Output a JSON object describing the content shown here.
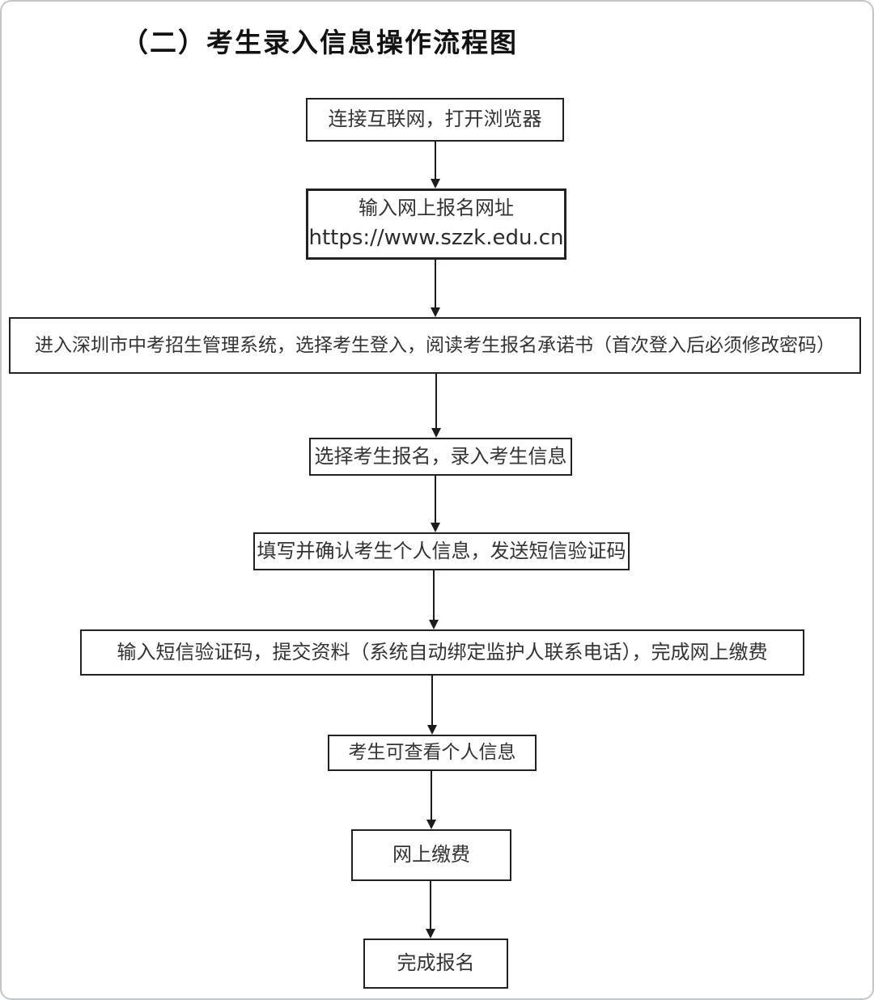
{
  "page": {
    "title": "（二）考生录入信息操作流程图"
  },
  "flow": {
    "steps": [
      {
        "text": "连接互联网，打开浏览器"
      },
      {
        "text": "输入网上报名网址",
        "url": "https://www.szzk.edu.cn"
      },
      {
        "text": "进入深圳市中考招生管理系统，选择考生登入，阅读考生报名承诺书（首次登入后必须修改密码）"
      },
      {
        "text": "选择考生报名，录入考生信息"
      },
      {
        "text": "填写并确认考生个人信息，发送短信验证码"
      },
      {
        "text": "输入短信验证码，提交资料（系统自动绑定监护人联系电话），完成网上缴费"
      },
      {
        "text": "考生可查看个人信息"
      },
      {
        "text": "网上缴费"
      },
      {
        "text": "完成报名"
      }
    ]
  },
  "colors": {
    "box_border": "#222222",
    "text": "#333333",
    "arrow": "#1c1c1c",
    "page_border": "#c3c6c8",
    "background": "#ffffff"
  }
}
